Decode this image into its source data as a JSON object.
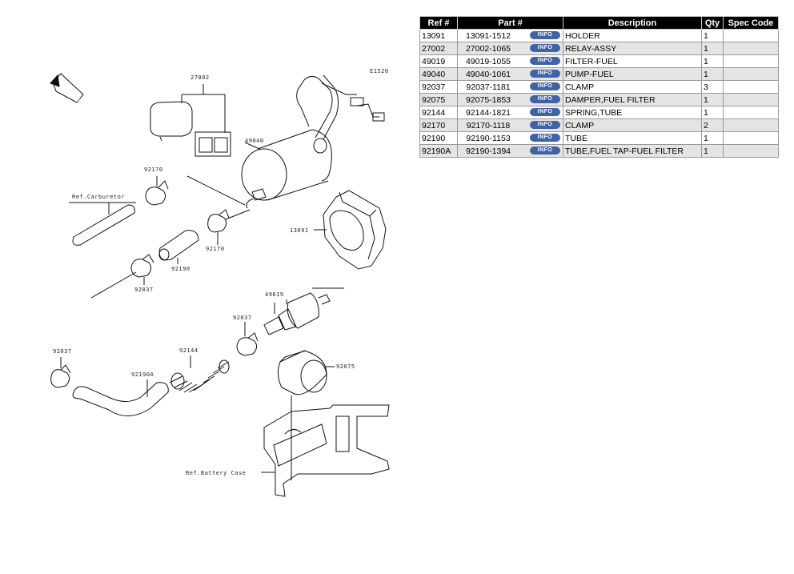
{
  "table": {
    "headers": [
      "Ref #",
      "Part #",
      "Description",
      "Qty",
      "Spec Code"
    ],
    "rows": [
      {
        "ref": "13091",
        "part": "13091-1512",
        "desc": "HOLDER",
        "qty": "1",
        "spec": ""
      },
      {
        "ref": "27002",
        "part": "27002-1065",
        "desc": "RELAY-ASSY",
        "qty": "1",
        "spec": ""
      },
      {
        "ref": "49019",
        "part": "49019-1055",
        "desc": "FILTER-FUEL",
        "qty": "1",
        "spec": ""
      },
      {
        "ref": "49040",
        "part": "49040-1061",
        "desc": "PUMP-FUEL",
        "qty": "1",
        "spec": ""
      },
      {
        "ref": "92037",
        "part": "92037-1181",
        "desc": "CLAMP",
        "qty": "3",
        "spec": ""
      },
      {
        "ref": "92075",
        "part": "92075-1853",
        "desc": "DAMPER,FUEL FILTER",
        "qty": "1",
        "spec": ""
      },
      {
        "ref": "92144",
        "part": "92144-1821",
        "desc": "SPRING,TUBE",
        "qty": "1",
        "spec": ""
      },
      {
        "ref": "92170",
        "part": "92170-1118",
        "desc": "CLAMP",
        "qty": "2",
        "spec": ""
      },
      {
        "ref": "92190",
        "part": "92190-1153",
        "desc": "TUBE",
        "qty": "1",
        "spec": ""
      },
      {
        "ref": "92190A",
        "part": "92190-1394",
        "desc": "TUBE,FUEL TAP-FUEL FILTER",
        "qty": "1",
        "spec": ""
      }
    ],
    "info_label": "INFO"
  },
  "diagram": {
    "code": "E1520",
    "front": "FRONT",
    "ref_carburetor": "Ref.Carburetor",
    "ref_battery": "Ref.Battery Case",
    "callouts": {
      "relay": "27002",
      "pump": "49040",
      "clamp_upper": "92170",
      "clamp_lower": "92170",
      "holder": "13091",
      "tube": "92190",
      "clamp_left": "92037",
      "filter": "49019",
      "clamp_mid": "92037",
      "clamp_bottom": "92037",
      "spring": "92144",
      "tube_a": "92190A",
      "damper": "92075"
    }
  },
  "colors": {
    "header_bg": "#000000",
    "row_alt": "#e4e4e4",
    "info_btn": "#3f63a6"
  }
}
